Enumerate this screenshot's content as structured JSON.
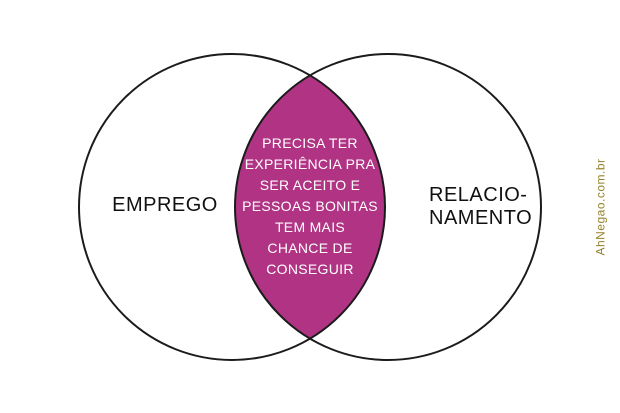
{
  "diagram": {
    "left_circle": {
      "label": "EMPREGO"
    },
    "right_circle": {
      "label_lines": [
        "RELACIO-",
        "NAMENTO"
      ]
    },
    "intersection": {
      "lines": [
        "PRECISA TER",
        "EXPERIÊNCIA PRA",
        "SER ACEITO E",
        "PESSOAS BONITAS",
        "TEM MAIS",
        "CHANCE DE",
        "CONSEGUIR"
      ]
    }
  },
  "watermark": "AhNegao.com.br",
  "colors": {
    "intersection_fill": "#b03384",
    "circle_stroke": "#1b1b1b",
    "background": "#ffffff",
    "watermark_color": "#93832a",
    "intersection_text_color": "#ffffff",
    "label_color": "#111111"
  }
}
